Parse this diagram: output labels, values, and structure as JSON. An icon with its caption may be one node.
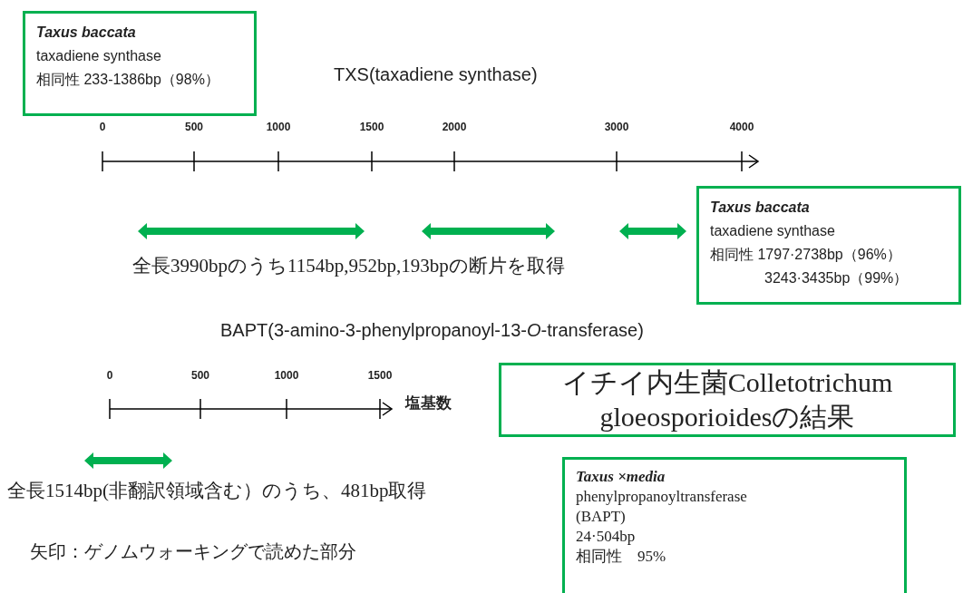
{
  "diagram": {
    "nodes": [
      {
        "text": [
          "Taxus baccata",
          "taxadiene synthase",
          "相同性 233-1386bp（98%）"
        ]
      },
      {
        "text": [
          "Taxus baccata",
          "taxadiene synthase",
          "相同性 1797·2738bp（96%）",
          "3243·3435bp（99%）"
        ]
      },
      {
        "text": [
          "イチイ内生菌Colletotrichum gloeosporioidesの結果"
        ]
      },
      {
        "text": [
          "Taxus ×media",
          "phenylpropanoyltransferase (BAPT)",
          "24·504bp",
          "相同性　95%"
        ]
      }
    ],
    "labels": [
      "TXS(taxadiene synthase)",
      "0",
      "500",
      "1000",
      "1500",
      "2000",
      "3000",
      "4000",
      "全長3990bpのうち1154bp,952bp,193bpの断片を取得",
      "BAPT(3-amino-3-phenylpropanoyl-13-*O*-transferase)",
      "0",
      "500",
      "1000",
      "1500",
      "塩基数",
      "全長1514bp(非翻訳領域含む）のうち、481bp取得",
      "矢印：ゲノムウォーキングで読めた部分"
    ]
  }
}
